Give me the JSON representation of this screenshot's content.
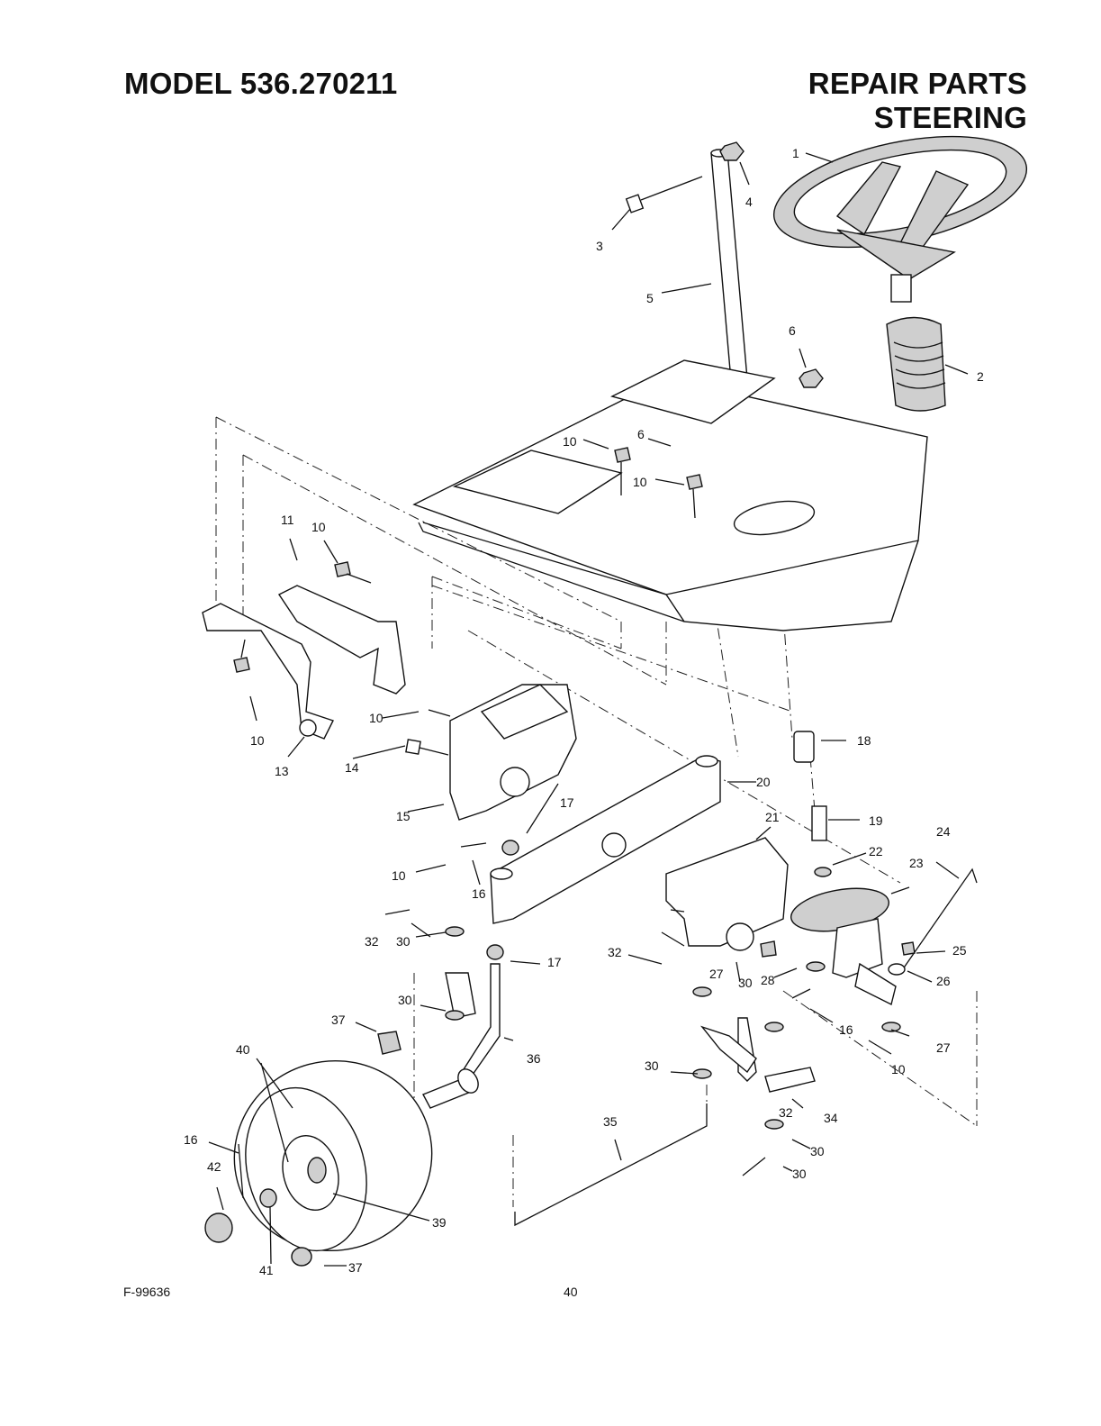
{
  "header": {
    "model": "MODEL 536.270211",
    "repair_parts": "REPAIR PARTS",
    "section": "STEERING"
  },
  "footer": {
    "figure_code": "F-99636",
    "page_number": "40"
  },
  "callouts": [
    "1",
    "2",
    "3",
    "4",
    "5",
    "6",
    "6",
    "10",
    "10",
    "11",
    "10",
    "10",
    "10",
    "13",
    "14",
    "15",
    "17",
    "16",
    "10",
    "16",
    "18",
    "20",
    "21",
    "19",
    "22",
    "23",
    "24",
    "25",
    "26",
    "27",
    "28",
    "30",
    "27",
    "16",
    "10",
    "32",
    "30",
    "17",
    "32",
    "30",
    "30",
    "36",
    "37",
    "40",
    "16",
    "42",
    "39",
    "41",
    "37",
    "35",
    "30",
    "34",
    "30",
    "32"
  ]
}
